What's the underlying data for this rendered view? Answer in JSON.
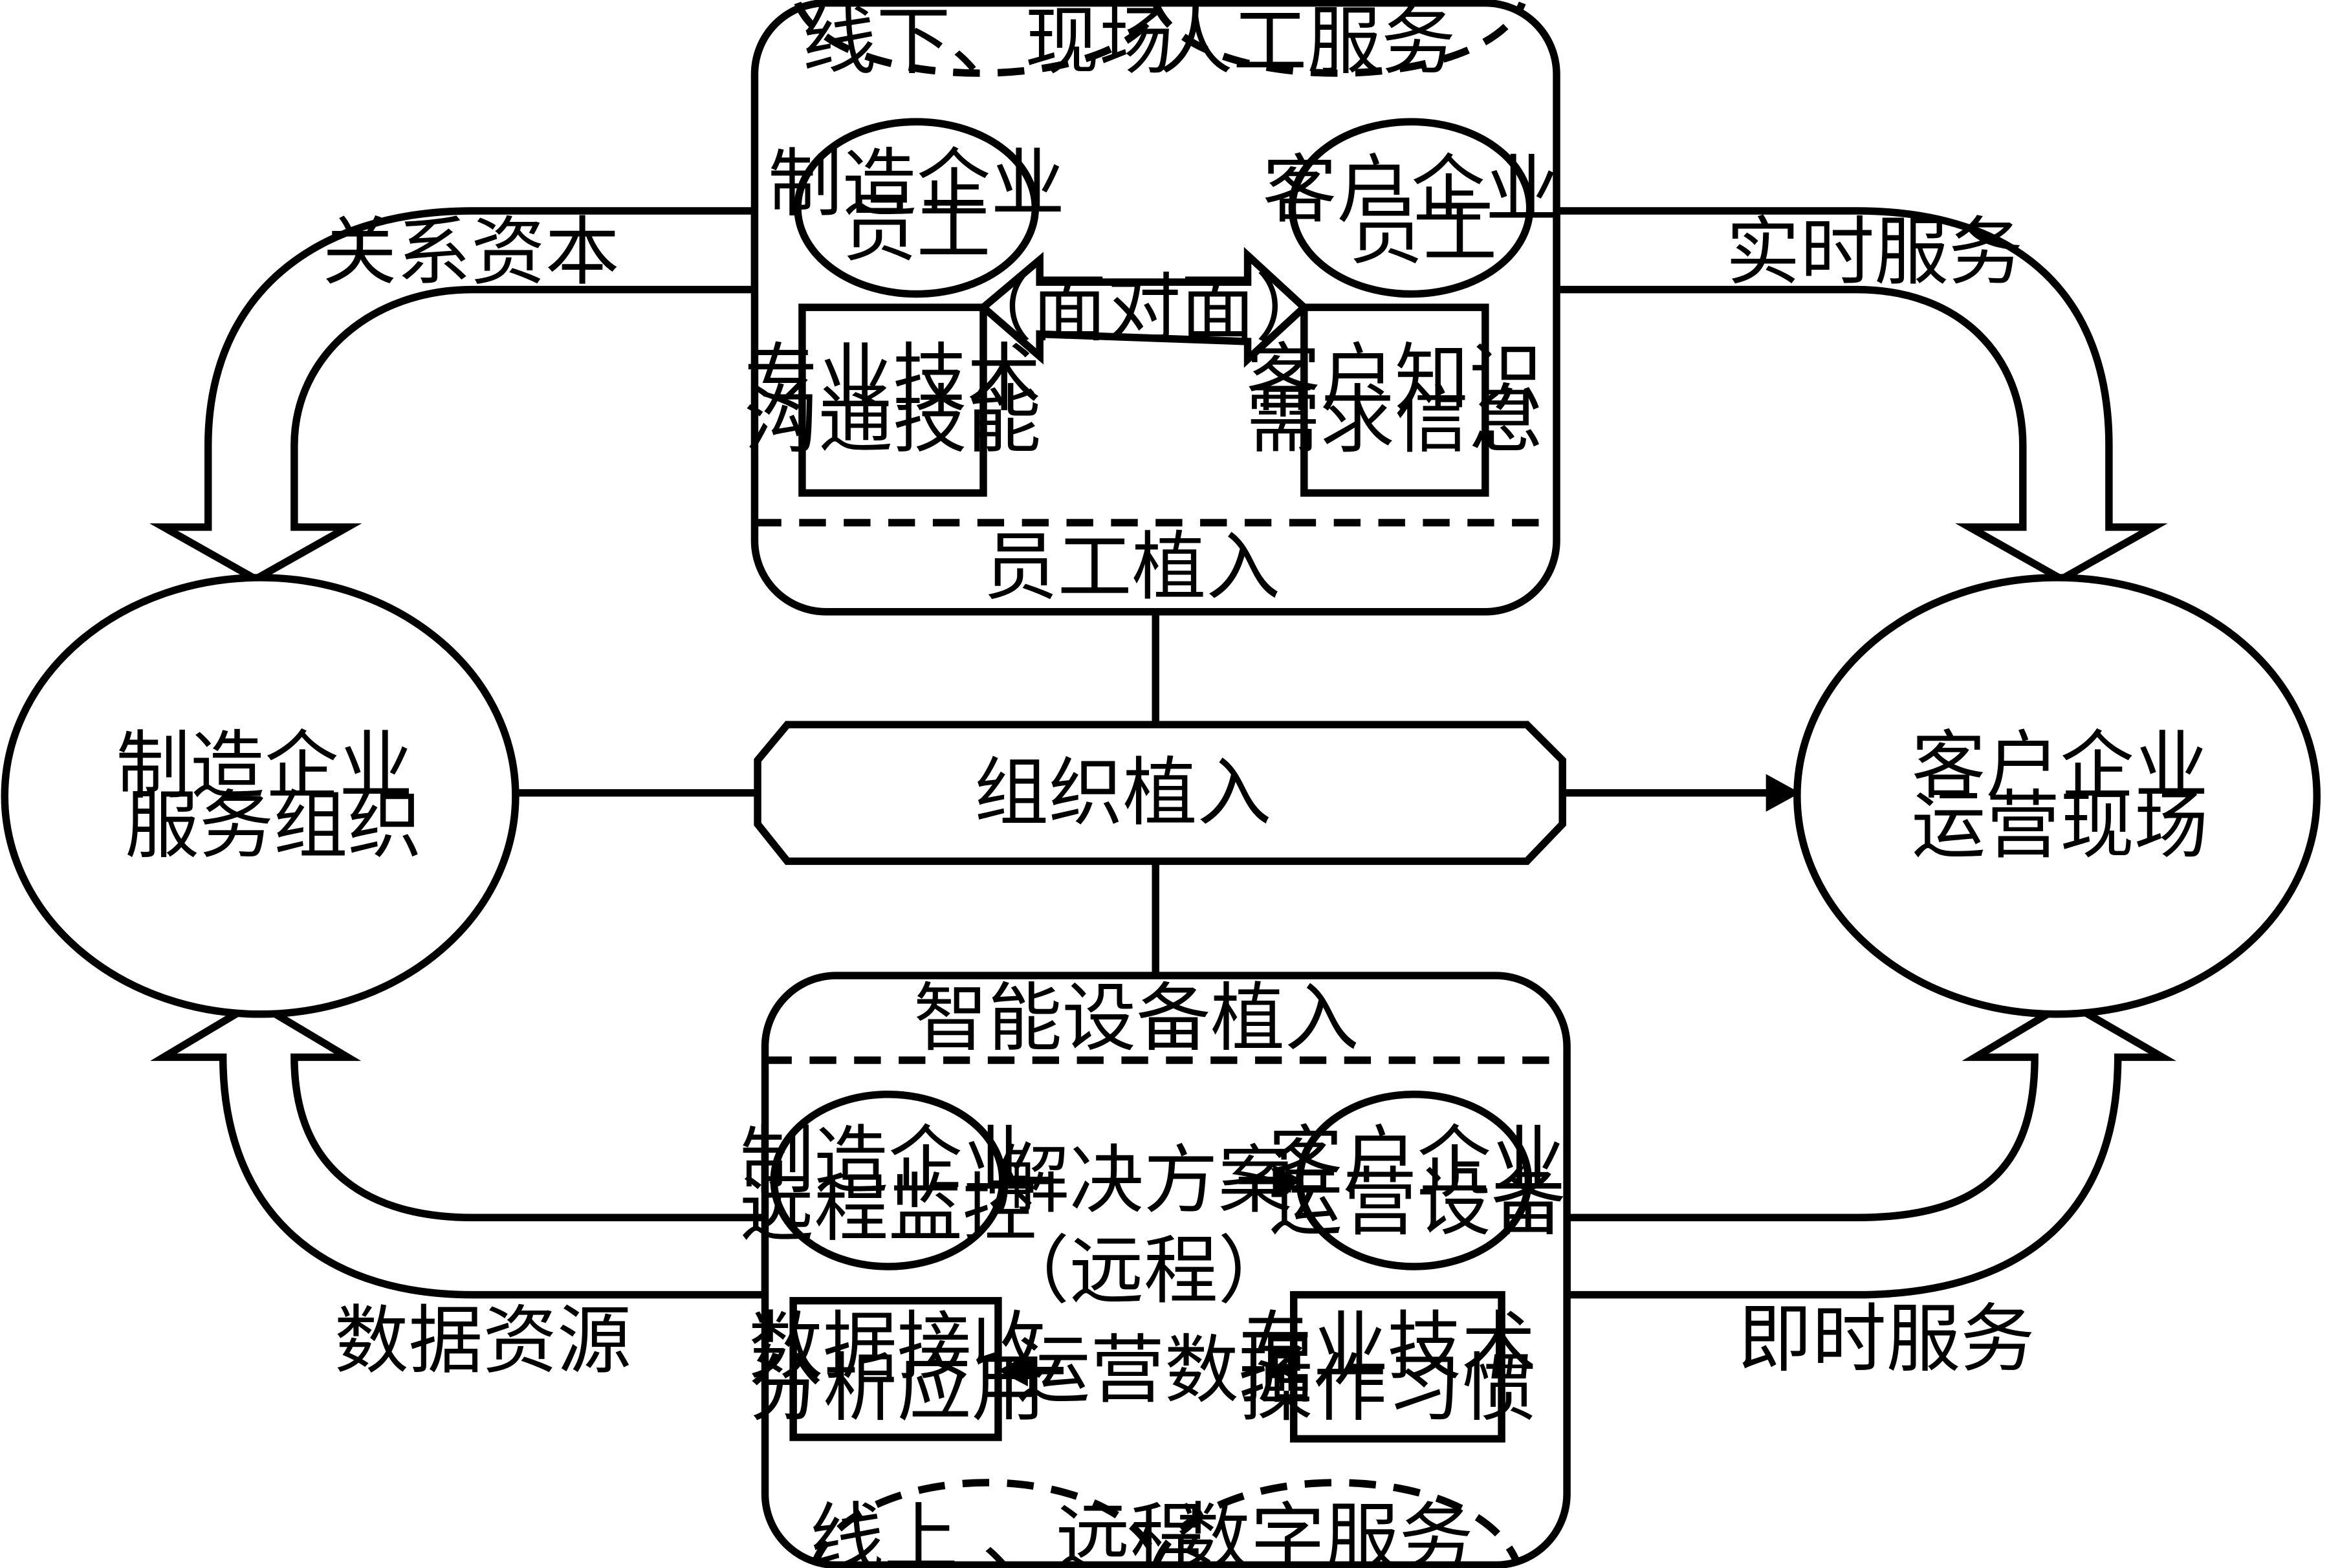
{
  "nodes": {
    "left_org": {
      "line1": "制造企业",
      "line2": "服务组织"
    },
    "right_site": {
      "line1": "客户企业",
      "line2": "运营现场"
    },
    "center": {
      "label": "组织植入"
    }
  },
  "top_panel": {
    "tab_left": "线下、现场",
    "tab_right": "人工服务",
    "mfg_staff": {
      "line1": "制造企业",
      "line2": "员工"
    },
    "client_staff": {
      "line1": "客户企业",
      "line2": "员工"
    },
    "mfg_skills": {
      "line1": "专业技术",
      "line2": "沟通技能"
    },
    "client_info": {
      "line1": "客户知识",
      "line2": "需求信息"
    },
    "exchange": "（面对面）",
    "footer": "员工植入"
  },
  "bottom_panel": {
    "header": "智能设备植入",
    "mfg_monitor": {
      "line1": "制造企业",
      "line2": "远程监控"
    },
    "client_equipment": {
      "line1": "客户企业",
      "line2": "运营设备"
    },
    "solution": "解决方案",
    "remote": "（远程）",
    "data_apply": {
      "line1": "数据接收",
      "line2": "分析应用"
    },
    "op_data": "运营数据",
    "operating_habits": {
      "line1": "专业技术",
      "line2": "操作习惯"
    },
    "tab_left": "线上 、远程",
    "tab_right": "数字服务"
  },
  "flows": {
    "relation_capital": "关系资本",
    "realtime_service": "实时服务",
    "data_resources": "数据资源",
    "instant_service": "即时服务"
  }
}
